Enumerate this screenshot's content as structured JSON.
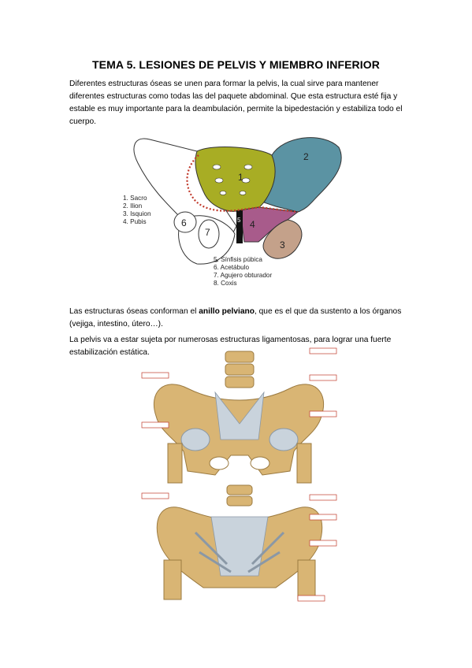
{
  "title": "TEMA 5. LESIONES DE PELVIS Y MIEMBRO INFERIOR",
  "intro": "Diferentes estructuras óseas se unen para formar la pelvis, la cual sirve para mantener diferentes estructuras como todas las del paquete abdominal. Que esta estructura esté fija y estable es muy importante para la deambulación, permite la bipedestación y estabiliza todo el cuerpo.",
  "anillo": {
    "before": "Las estructuras óseas conforman el ",
    "bold": "anillo pelviano",
    "after": ", que es el que da sustento a los órganos (vejiga, intestino, útero…)."
  },
  "ligaments_text": "La pelvis va a estar sujeta por numerosas estructuras ligamentosas, para lograr una fuerte estabilización estática.",
  "figure1": {
    "numbers": [
      "1",
      "2",
      "3",
      "4",
      "5",
      "6",
      "7"
    ],
    "legend_left": [
      "1. Sacro",
      "2. Ilion",
      "3. Isquion",
      "4. Pubis"
    ],
    "legend_bottom": [
      "5. Sínfisis púbica",
      "6. Acetábulo",
      "7. Agujero obturador",
      "8. Coxis"
    ],
    "colors": {
      "sacro": "#a8ad24",
      "ilion": "#5b93a3",
      "isquion": "#c4a18a",
      "pubis": "#a85b8b",
      "sinfisis": "#111111"
    }
  },
  "figure2": {
    "colors": {
      "bone": "#d9b574",
      "ligament": "#c9d3dc",
      "label_box": "#c0392b"
    }
  }
}
